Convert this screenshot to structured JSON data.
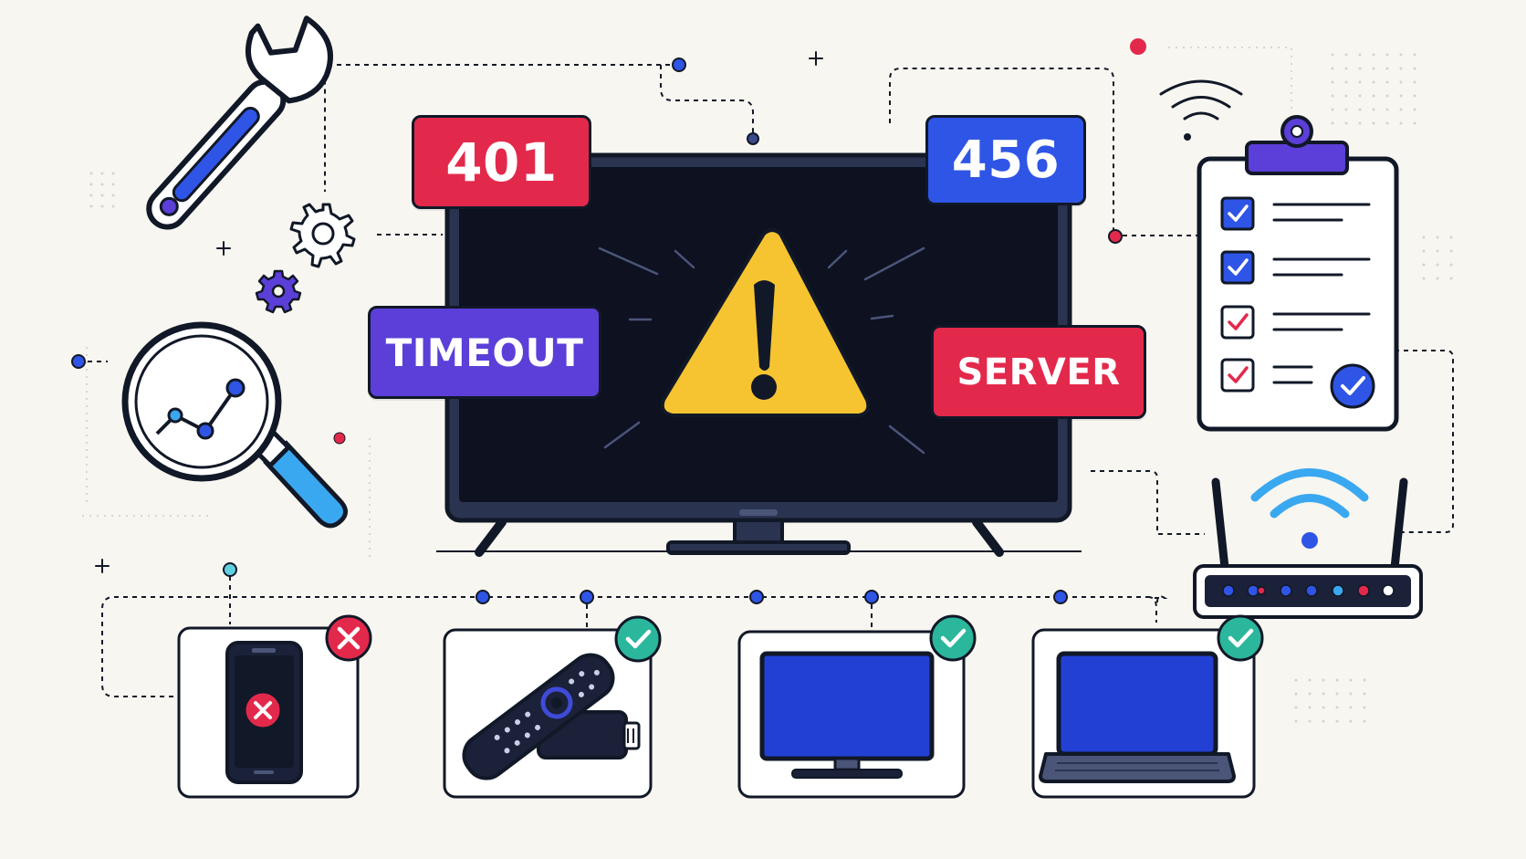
{
  "errors": {
    "code_401": "401",
    "code_456": "456",
    "timeout": "TIMEOUT",
    "server": "SERVER"
  },
  "devices": [
    {
      "name": "smartphone",
      "status": "failed"
    },
    {
      "name": "streaming-stick-remote",
      "status": "ok"
    },
    {
      "name": "monitor",
      "status": "ok"
    },
    {
      "name": "laptop",
      "status": "ok"
    }
  ],
  "checklist": {
    "items": [
      {
        "checked": true,
        "style": "blue"
      },
      {
        "checked": true,
        "style": "blue"
      },
      {
        "checked": true,
        "style": "red"
      },
      {
        "checked": true,
        "style": "red"
      }
    ]
  },
  "colors": {
    "background": "#f8f6f0",
    "outline": "#111827",
    "red": "#e3294b",
    "blue": "#2f55e6",
    "purple": "#5b3fd8",
    "yellow": "#f6c431",
    "teal": "#2ab79b",
    "screen": "#0d1120",
    "device_screen": "#2340d4",
    "wifi": "#3aa8f0"
  }
}
